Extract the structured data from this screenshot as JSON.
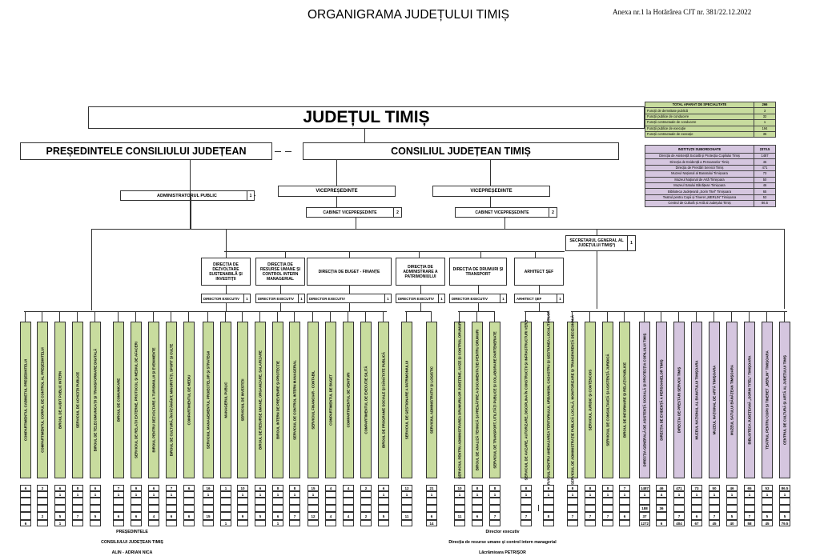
{
  "header": {
    "title": "ORGANIGRAMA JUDEȚULUI TIMIȘ",
    "annex": "Anexa nr.1 la Hotărârea CJT  nr. 381/22.12.2022"
  },
  "top": {
    "judet": "JUDEȚUL TIMIȘ",
    "presedinte": "PREȘEDINTELE CONSILIULUI JUDEȚEAN",
    "consiliu": "CONSILIUL JUDEȚEAN TIMIȘ"
  },
  "admin": {
    "label": "ADMINISTRATORUL PUBLIC",
    "count": "1"
  },
  "vice": [
    {
      "label": "VICEPREȘEDINTE",
      "cabinet": "CABINET VICEPREȘEDINTE",
      "count": "2"
    },
    {
      "label": "VICEPREȘEDINTE",
      "cabinet": "CABINET VICEPREȘEDINTE",
      "count": "2"
    }
  ],
  "secretar": {
    "label": "SECRETARUL GENERAL AL JUDEȚULUI TIMIȘ*)",
    "count": "1"
  },
  "directions": [
    {
      "label": "DIRECȚIA DE DEZVOLTARE SUSTENABILĂ ȘI INVESTIȚII",
      "head": "DIRECTOR EXECUTIV",
      "count": "1"
    },
    {
      "label": "DIRECȚIA DE RESURSE UMANE ȘI CONTROL INTERN MANAGERIAL",
      "head": "DIRECTOR EXECUTIV",
      "count": "1"
    },
    {
      "label": "DIRECȚIA DE BUGET - FINANȚE",
      "head": "DIRECTOR EXECUTIV",
      "count": "1"
    },
    {
      "label": "DIRECȚIA DE ADMINISTRARE A PATRIMONIULUI",
      "head": "DIRECTOR EXECUTIV",
      "count": "1"
    },
    {
      "label": "DIRECȚIA DE DRUMURI ȘI TRANSPORT",
      "head": "DIRECTOR EXECUTIV",
      "count": "1"
    },
    {
      "label": "ARHITECT ȘEF",
      "head": "ARHITECT ȘEF",
      "count": "1"
    }
  ],
  "stats": {
    "header": [
      "TOTAL APARAT DE SPECIALITATE",
      "266"
    ],
    "rows": [
      [
        "Funcții de demnitate publică",
        "3"
      ],
      [
        "Funcții publice de conducere",
        "32"
      ],
      [
        "Funcții contractuale de conducere",
        "1"
      ],
      [
        "Funcții publice de execuție",
        "194"
      ],
      [
        "Funcții contractuale de execuție",
        "36"
      ]
    ]
  },
  "institutions": {
    "header": [
      "INSTITUȚII SUBORDONATE",
      "2370.5"
    ],
    "rows": [
      [
        "Direcția de Asistență Socială și Protecția Copilului Timiș",
        "1487"
      ],
      [
        "Direcția de Evidență a Persoanelor Timiș",
        "46"
      ],
      [
        "Direcția de Prestări Servicii Timiș",
        "471"
      ],
      [
        "Muzeul Național al Banatului Timișoara",
        "73"
      ],
      [
        "Muzeul Național de Artă Timișoara",
        "50"
      ],
      [
        "Muzeul Satului Bănățean Timișoara",
        "46"
      ],
      [
        "Biblioteca Județeană „Sorin Titel” Timișoara",
        "65"
      ],
      [
        "Teatrul pentru Copii și Tineret „MERLIN” Timișoara",
        "53"
      ],
      [
        "Centrul de Cultură și Artă al Județului Timiș",
        "86.5"
      ]
    ]
  },
  "columns": [
    {
      "label": "COMPARTIMENTUL CABINETUL PREȘEDINTELUI",
      "cells": [
        "6",
        "",
        "",
        "",
        "",
        "",
        "6"
      ]
    },
    {
      "label": "COMPARTIMENTUL CORPUL DE CONTROL AL PREȘEDINTELUI",
      "cells": [
        "2",
        "",
        "",
        "",
        "2",
        "",
        ""
      ]
    },
    {
      "label": "BIROUL DE AUDIT PUBLIC INTERN",
      "cells": [
        "6",
        "1",
        "",
        "",
        "5",
        "",
        "1"
      ]
    },
    {
      "label": "SERVICIUL DE ACHIZIȚII PUBLICE",
      "cells": [
        "8",
        "1",
        "",
        "",
        "7",
        "",
        ""
      ]
    },
    {
      "label": "BIROUL DE TELECOMUNICAȚII ȘI TRANSFORMARE DIGITALĂ",
      "cells": [
        "6",
        "1",
        "",
        "",
        "5",
        "",
        ""
      ]
    },
    {
      "label": "BIROUL DE COMUNICARE",
      "cells": [
        "7",
        "1",
        "",
        "",
        "6",
        "",
        ""
      ]
    },
    {
      "label": "SERVICIUL DE RELAȚII EXTERNE, PROTOCOL ȘI MEDIUL DE AFACERI",
      "cells": [
        "9",
        "1",
        "",
        "",
        "6",
        "",
        ""
      ]
    },
    {
      "label": "BIROUL PENTRU DEZVOLTARE A TURISMULUI ȘI EVENIMENTE",
      "cells": [
        "6",
        "1",
        "",
        "",
        "4",
        "",
        ""
      ]
    },
    {
      "label": "BIROUL DE CULTURĂ, ÎNVĂȚĂMÂNT, MINORITĂȚI, SPORT ȘI CULTE",
      "cells": [
        "7",
        "1",
        "",
        "",
        "6",
        "",
        ""
      ]
    },
    {
      "label": "COMPARTIMENTUL DE MEDIU",
      "cells": [
        "6",
        "",
        "",
        "",
        "6",
        "",
        ""
      ]
    },
    {
      "label": "SERVICIUL MANAGEMENTUL PROIECTELOR ȘI STRATEGII",
      "cells": [
        "16",
        "1",
        "",
        "",
        "15",
        "",
        ""
      ]
    },
    {
      "label": "MANAGERUL PUBLIC",
      "cells": [
        "1",
        "",
        "",
        "",
        "",
        "",
        "1"
      ]
    },
    {
      "label": "SERVICIUL DE INVESTIȚII",
      "cells": [
        "10",
        "1",
        "",
        "",
        "9",
        "",
        ""
      ]
    },
    {
      "label": "BIROUL DE RESURSE UMANE, ORGANIZARE, SALARIZARE",
      "cells": [
        "6",
        "1",
        "",
        "",
        "5",
        "",
        ""
      ]
    },
    {
      "label": "BIROUL INTERN DE PREVENIRE ȘI PROTECȚIE",
      "cells": [
        "8",
        "1",
        "",
        "",
        "6",
        "",
        "1"
      ]
    },
    {
      "label": "SERVICIUL DE CONTROL INTERN MANAGERIAL",
      "cells": [
        "8",
        "1",
        "",
        "",
        "7",
        "",
        ""
      ]
    },
    {
      "label": "SERVICIUL FINANCIAR - CONTABIL",
      "cells": [
        "15",
        "1",
        "",
        "",
        "12",
        "",
        ""
      ]
    },
    {
      "label": "COMPARTIMENTUL DE BUGET",
      "cells": [
        "4",
        "",
        "",
        "",
        "4",
        "",
        ""
      ]
    },
    {
      "label": "COMPARTIMENTUL DE VENITURI",
      "cells": [
        "4",
        "",
        "",
        "",
        "4",
        "",
        ""
      ]
    },
    {
      "label": "COMPARTIMENTUL DE EXECUȚIE SILITĂ",
      "cells": [
        "2",
        "",
        "",
        "",
        "2",
        "",
        ""
      ]
    },
    {
      "label": "BIROUL DE PROGRAME SOCIALE ȘI SĂNĂTATE PUBLICĂ",
      "cells": [
        "6",
        "1",
        "",
        "",
        "5",
        "",
        ""
      ]
    },
    {
      "label": "SERVICIUL DE GESTIONARE A PATRIMONIULUI",
      "cells": [
        "12",
        "1",
        "",
        "",
        "11",
        "",
        ""
      ]
    },
    {
      "label": "SERVICIUL ADMINISTRATIV ȘI LOGISTIC",
      "cells": [
        "21",
        "1",
        "",
        "",
        "6",
        "",
        "14"
      ]
    },
    {
      "label": "SERVICIUL PENTRU ADMINISTRAREA DRUMURILOR JUDEȚENE, AVIZE ȘI CONTROL DRUMURI",
      "cells": [
        "10",
        "1",
        "",
        "",
        "11",
        "",
        ""
      ]
    },
    {
      "label": "BIROUL DE ANALIZĂ TEHNICĂ ȘI PREGĂTIRE A DOCUMENTAȚIEI PENTRU DRUMURI",
      "cells": [
        "8",
        "1",
        "",
        "",
        "6",
        "",
        ""
      ]
    },
    {
      "label": "SERVICIUL DE TRANSPORT, UTILITĂȚI PUBLICE ȘI COLABORARE PARTENERIATE",
      "cells": [
        "8",
        "1",
        "",
        "",
        "7",
        "",
        ""
      ]
    },
    {
      "label": "SERVICIUL DE AVIZARE, AUTORIZARE, DISCIPLINA ÎN CONSTRUCȚII ȘI INFRASTRUCTURI VERZI",
      "cells": [
        "8",
        "1",
        "",
        "",
        "7",
        "",
        ""
      ]
    },
    {
      "label": "SERVICIUL PENTRU AMENAJAREA TERITORIULUI, URBANISM, CADASTRU ȘI GESTIUNEA LOCALITĂȚILOR",
      "cells": [
        "9",
        "1",
        "",
        "",
        "8",
        "",
        ""
      ]
    },
    {
      "label": "SERVICIUL DE ADMINISTRAȚIE PUBLICĂ LOCALĂ, MONITORIZARE ȘI TRANSPARENȚĂ DECIZIONALĂ",
      "cells": [
        "8",
        "1",
        "",
        "",
        "7",
        "",
        ""
      ]
    },
    {
      "label": "SERVICIUL JURIDIC ȘI CONTENCIOS",
      "cells": [
        "8",
        "1",
        "",
        "",
        "7",
        "",
        ""
      ]
    },
    {
      "label": "SERVICIUL DE CONSULTANȚĂ ȘI ASISTENȚĂ JURIDICĂ",
      "cells": [
        "8",
        "1",
        "",
        "",
        "7",
        "",
        ""
      ]
    },
    {
      "label": "BIROUL DE INFORMARE ȘI RELAȚII PUBLICE",
      "cells": [
        "7",
        "1",
        "",
        "",
        "6",
        "",
        ""
      ]
    },
    {
      "label": "DIRECȚIA GENERALĂ DE ASISTENȚĂ SOCIALĂ ȘI PROTECȚIA COPILULUI TIMIȘ",
      "cells": [
        "1487",
        "1",
        "",
        "188",
        "37",
        "",
        "1272"
      ]
    },
    {
      "label": "DIRECȚIA DE EVIDENȚĂ A PERSOANELOR TIMIȘ",
      "cells": [
        "46",
        "4",
        "",
        "36",
        "",
        "",
        "6"
      ]
    },
    {
      "label": "DIRECȚIA DE PRESTĂRI SERVICII TIMIȘ",
      "cells": [
        "471",
        "1",
        "",
        "",
        "7",
        "",
        "404"
      ]
    },
    {
      "label": "MUZEUL NAȚIONAL AL BANATULUI TIMIȘOARA",
      "cells": [
        "73",
        "1",
        "",
        "",
        "6",
        "",
        "67"
      ]
    },
    {
      "label": "MUZEUL NAȚIONAL DE ARTĂ TIMIȘOARA",
      "cells": [
        "50",
        "1",
        "",
        "",
        "7",
        "",
        "45"
      ]
    },
    {
      "label": "MUZEUL SATULUI BĂNĂȚEAN TIMIȘOARA",
      "cells": [
        "46",
        "1",
        "",
        "",
        "5",
        "",
        "40"
      ]
    },
    {
      "label": "BIBLIOTECA JUDEȚEANĂ „SORIN TITEL” TIMIȘOARA",
      "cells": [
        "65",
        "1",
        "",
        "",
        "7",
        "",
        "58"
      ]
    },
    {
      "label": "TEATRUL PENTRU COPII ȘI TINERET „MERLIN” TIMIȘOARA",
      "cells": [
        "53",
        "1",
        "",
        "",
        "5",
        "",
        "45"
      ]
    },
    {
      "label": "CENTRUL DE CULTURĂ ȘI ARTĂ AL JUDEȚULUI TIMIȘ",
      "cells": [
        "86.5",
        "1",
        "",
        "",
        "5",
        "",
        "79.5"
      ]
    }
  ],
  "footer": {
    "left": [
      "PREȘEDINTELE",
      "CONSILIULUI JUDEȚEAN TIMIȘ",
      "ALIN - ADRIAN NICA"
    ],
    "right": [
      "Director executiv",
      "Direcția de resurse umane și control intern managerial",
      "Lăcrămioara PETRIȘOR"
    ]
  },
  "colors": {
    "green": "#c8dc9e",
    "purple": "#d5c6df",
    "stats_green": "#c8dc9e",
    "stats_purple": "#d5c6df"
  }
}
